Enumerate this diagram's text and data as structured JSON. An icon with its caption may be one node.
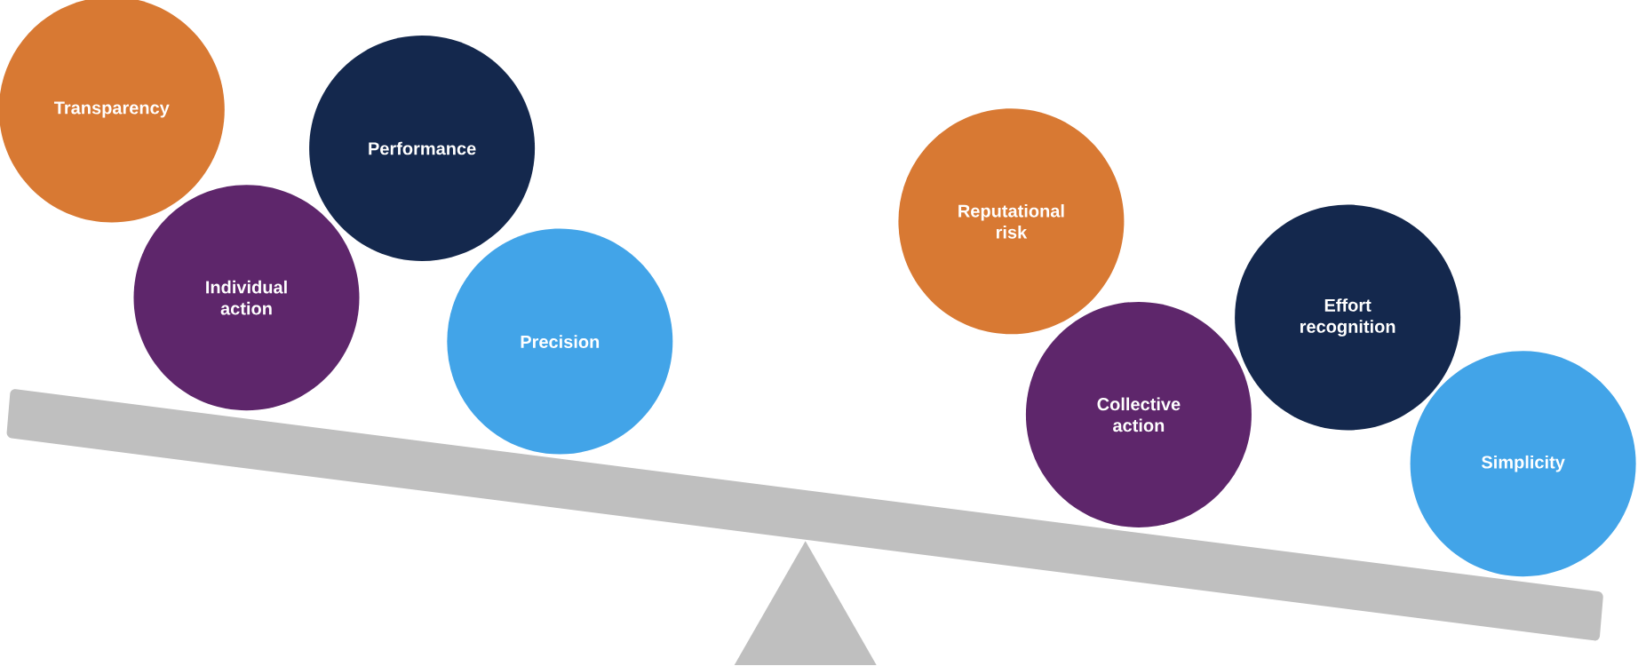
{
  "diagram": {
    "nodes": [
      {
        "text": [
          "Transparency"
        ]
      },
      {
        "text": [
          "Individual action"
        ]
      },
      {
        "text": [
          "Performance"
        ]
      },
      {
        "text": [
          "Precision"
        ]
      },
      {
        "text": [
          "Reputational risk"
        ]
      },
      {
        "text": [
          "Collective action"
        ]
      },
      {
        "text": [
          "Effort recognition"
        ]
      },
      {
        "text": [
          "Simplicity"
        ]
      }
    ]
  }
}
